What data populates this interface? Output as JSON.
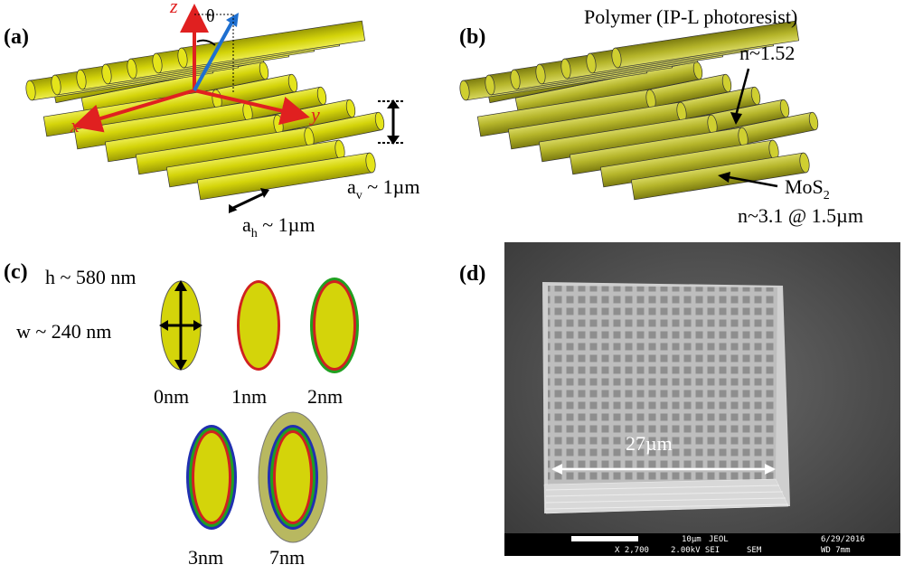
{
  "panels": {
    "a": {
      "label": "(a)",
      "axes": {
        "x": "x",
        "y": "y",
        "z": "z",
        "theta": "θ"
      },
      "av_label": "a",
      "av_sub": "v",
      "av_value": " ~ 1µm",
      "ah_label": "a",
      "ah_sub": "h",
      "ah_value": "  ~ 1µm"
    },
    "b": {
      "label": "(b)",
      "polymer_text": "Polymer (IP-L photoresist)",
      "polymer_n": "n~1.52",
      "mos2_text": "MoS",
      "mos2_sub": "2",
      "mos2_n": "n~3.1 @ 1.5µm"
    },
    "c": {
      "label": "(c)",
      "h_text": "h ~ 580 nm",
      "w_text": "w ~ 240 nm",
      "thickness_labels": [
        "0nm",
        "1nm",
        "2nm",
        "3nm",
        "7nm"
      ]
    },
    "d": {
      "label": "(d)",
      "scale_text": "27µm",
      "sem_bar": {
        "scale": "10µm",
        "org": "JEOL",
        "date": "6/29/2016",
        "mag": "X 2,700",
        "kv": "2.00kV SEI",
        "mode": "SEM",
        "wd": "WD 7mm"
      }
    }
  },
  "colors": {
    "rod": "#d4d40a",
    "rod_dark": "#8a8a05",
    "axis": "#e02020",
    "theta_vec": "#1e6fd0",
    "layer_red": "#d02020",
    "layer_green": "#20a020",
    "layer_blue": "#2030b0",
    "layer_outer": "#b8b860"
  }
}
